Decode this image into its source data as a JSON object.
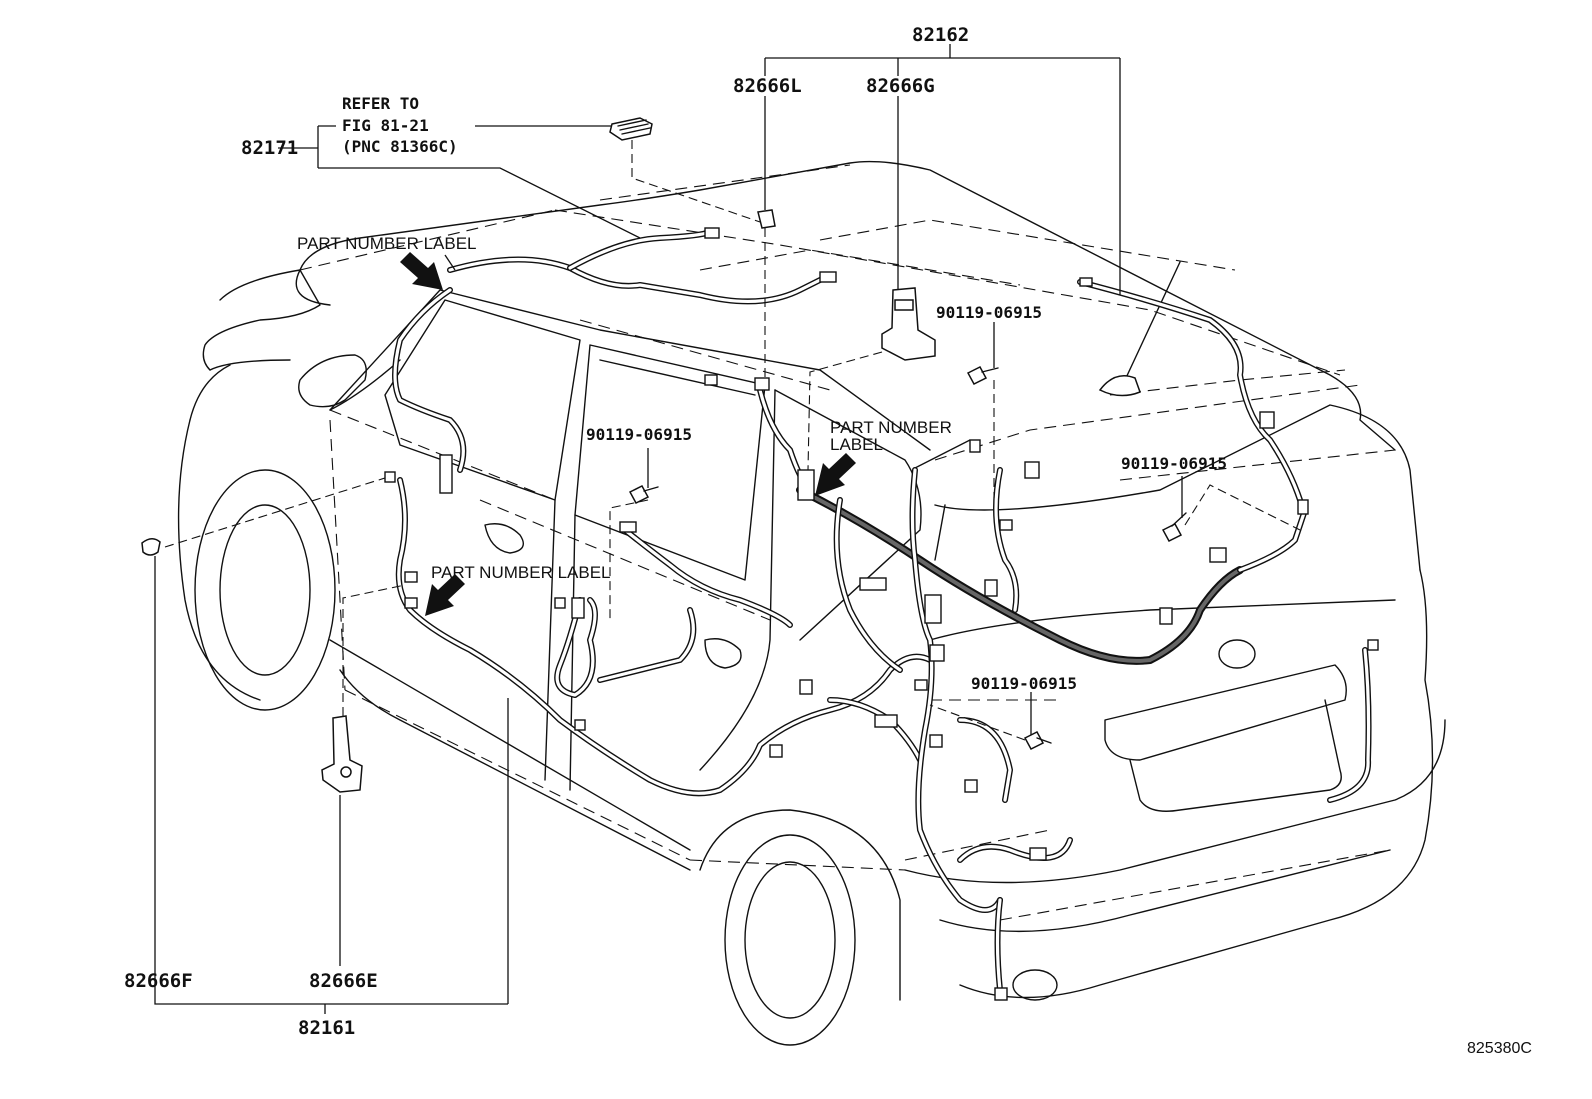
{
  "callouts": {
    "c82162": "82162",
    "c82666L": "82666L",
    "c82666G": "82666G",
    "c82171": "82171",
    "refer_line1": "REFER TO",
    "refer_line2": "FIG 81-21",
    "refer_line3": "(PNC 81366C)",
    "c90119_a": "90119-06915",
    "c90119_b": "90119-06915",
    "c90119_c": "90119-06915",
    "c90119_d": "90119-06915",
    "c82666F": "82666F",
    "c82666E": "82666E",
    "c82161": "82161"
  },
  "labels": {
    "part_number_label_1": "PART NUMBER LABEL",
    "part_number_label_2_line1": "PART NUMBER",
    "part_number_label_2_line2": "LABEL",
    "part_number_label_3": "PART NUMBER LABEL"
  },
  "figure_code": "825380C"
}
